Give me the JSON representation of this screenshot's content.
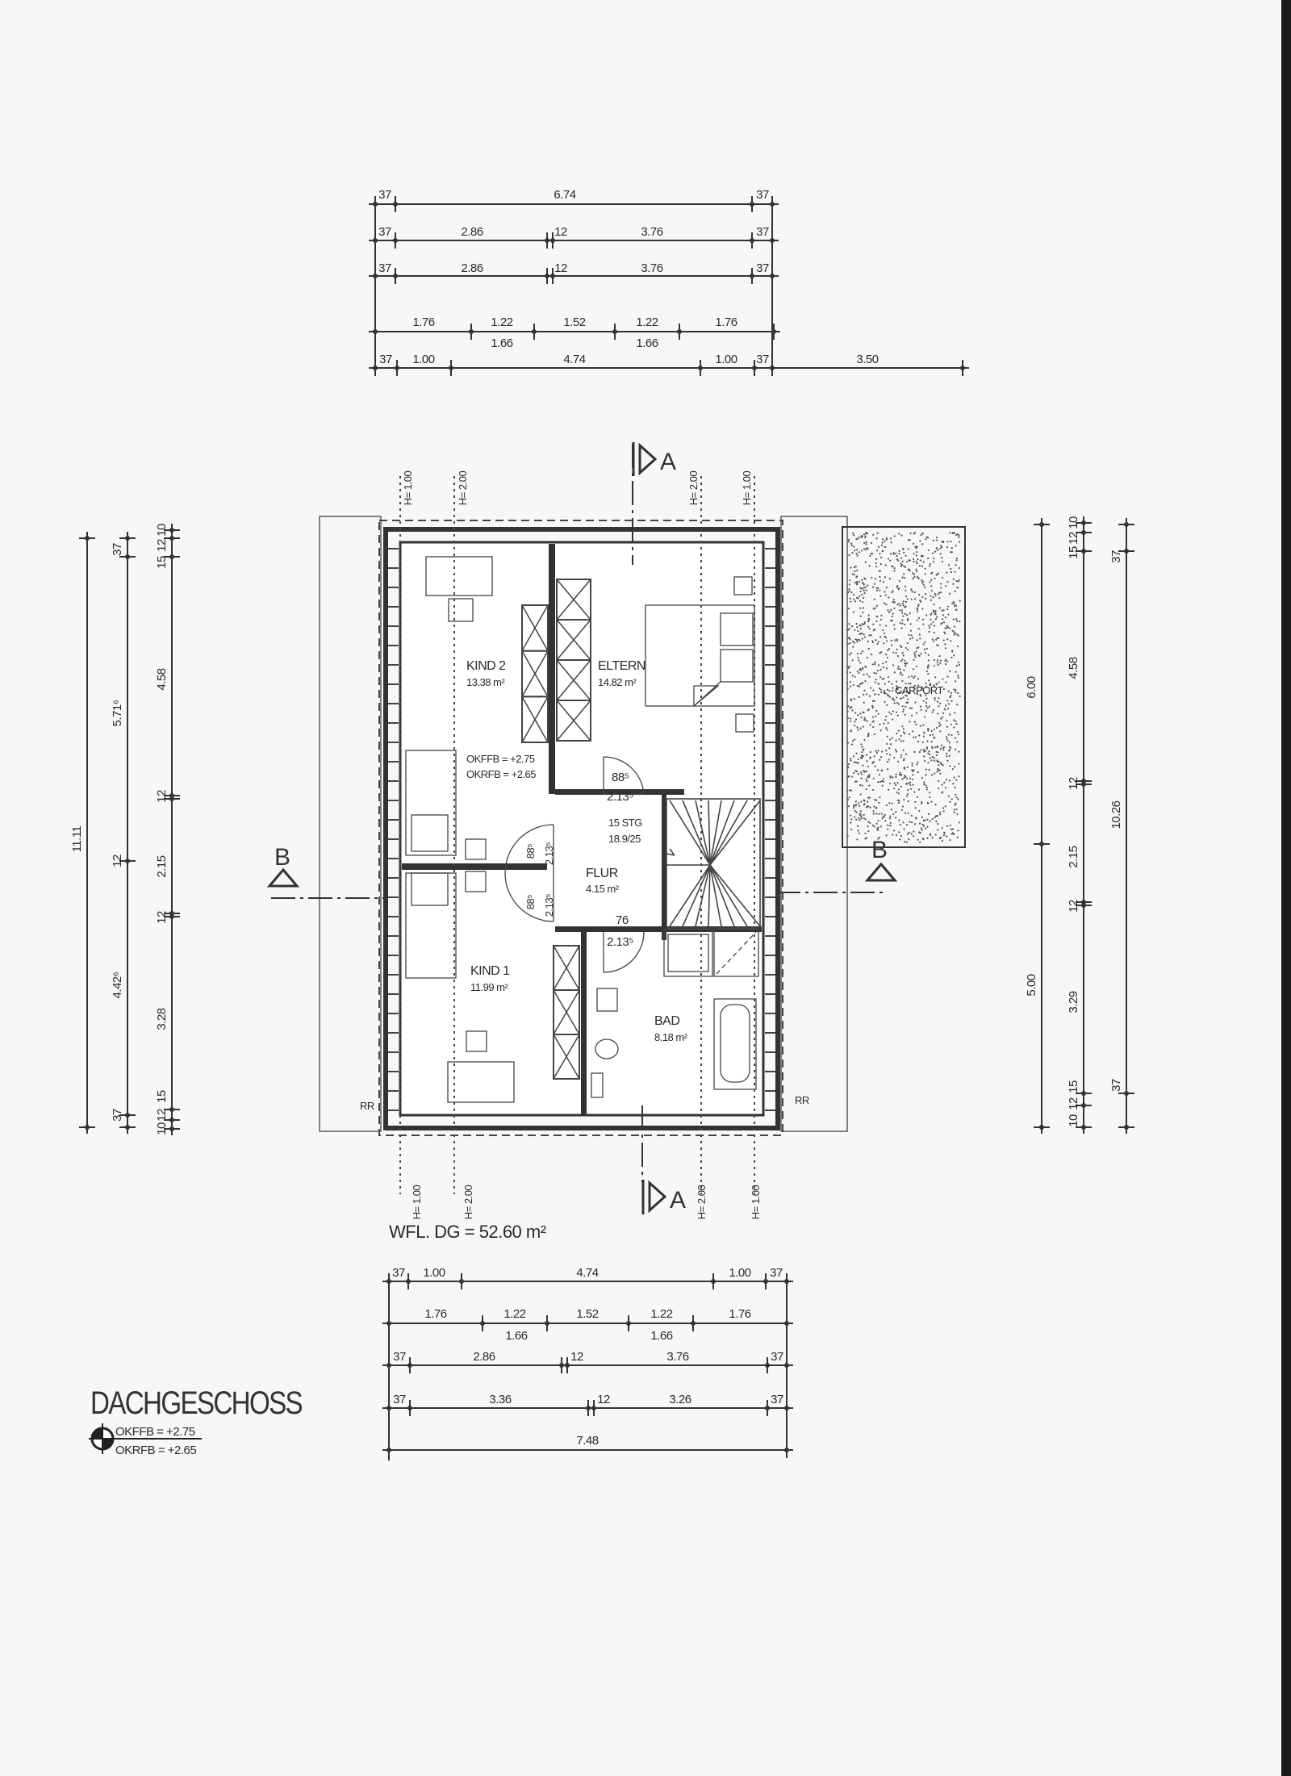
{
  "title": "DACHGESCHOSS",
  "legend": {
    "okffb": "OKFFB = +2.75",
    "okrfb": "OKRFB = +2.65"
  },
  "wfl": "WFL. DG = 52.60 m²",
  "rooms": {
    "kind2": {
      "name": "KIND 2",
      "area": "13.38 m²"
    },
    "eltern": {
      "name": "ELTERN",
      "area": "14.82 m²"
    },
    "flur": {
      "name": "FLUR",
      "area": "4.15 m²"
    },
    "kind1": {
      "name": "KIND 1",
      "area": "11.99 m²"
    },
    "bad": {
      "name": "BAD",
      "area": "8.18 m²"
    },
    "carport": {
      "name": "CARPORT"
    }
  },
  "level": {
    "okffb": "OKFFB = +2.75",
    "okrfb": "OKRFB = +2.65"
  },
  "stairs": {
    "steps": "15 STG",
    "ratio": "18.9/25"
  },
  "doors": {
    "eltern": {
      "w": "88⁵",
      "h": "2.13⁵"
    },
    "kind2": {
      "w": "88⁵",
      "h": "2.13⁵"
    },
    "kind1": {
      "w": "88⁵",
      "h": "2.13⁵"
    },
    "bad": {
      "w": "76",
      "h": "2.13⁵"
    }
  },
  "rr": [
    "RR",
    "RR"
  ],
  "sections": {
    "a": "A",
    "b": "B"
  },
  "heights": [
    "H= 1.00",
    "H= 2.00",
    "H= 2.00",
    "H= 1.00",
    "H= 1.00",
    "H= 2.00",
    "H= 2.00",
    "H= 1.00"
  ],
  "dims_top": {
    "r1": [
      "37",
      "6.74",
      "37"
    ],
    "r2": [
      "37",
      "2.86",
      "12",
      "3.76",
      "37"
    ],
    "r3": [
      "37",
      "2.86",
      "12",
      "3.76",
      "37"
    ],
    "r4": [
      "1.76",
      "1.22",
      "1.52",
      "1.22",
      "1.76",
      "1.66",
      "1.66"
    ],
    "r5": [
      "37",
      "1.00",
      "4.74",
      "1.00",
      "37",
      "3.50"
    ]
  },
  "dims_bottom": {
    "r1": [
      "37",
      "1.00",
      "4.74",
      "1.00",
      "37"
    ],
    "r2": [
      "1.76",
      "1.22",
      "1.52",
      "1.22",
      "1.76",
      "1.66",
      "1.66"
    ],
    "r3": [
      "37",
      "2.86",
      "12",
      "3.76",
      "37"
    ],
    "r4": [
      "37",
      "3.36",
      "12",
      "3.26",
      "37"
    ],
    "r5": [
      "7.48"
    ]
  },
  "dims_left": {
    "outer": [
      "11.11"
    ],
    "mid": [
      "37",
      "5.71⁶",
      "12",
      "4.42⁶",
      "37"
    ],
    "inner": [
      "10",
      "12",
      "15",
      "4.58",
      "12",
      "2.15",
      "12",
      "3.28",
      "15",
      "12",
      "10"
    ]
  },
  "dims_right": {
    "outer": [
      "6.00",
      "5.00"
    ],
    "mid": [
      "10",
      "12",
      "15",
      "4.58",
      "12",
      "2.15",
      "12",
      "3.29",
      "15",
      "12",
      "10"
    ],
    "inner": [
      "37",
      "10.26",
      "37"
    ]
  }
}
